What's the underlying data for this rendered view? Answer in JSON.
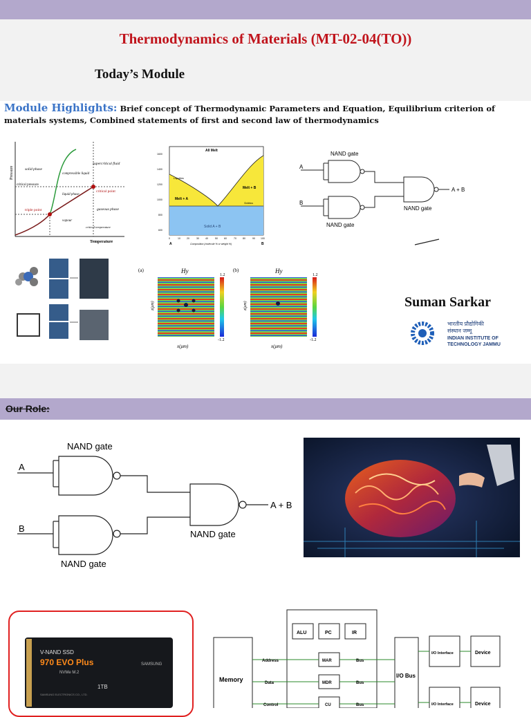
{
  "title": "Thermodynamics of Materials (MT-02-04(TO))",
  "subtitle": "Today’s Module",
  "highlights": {
    "label": "Module Highlights:",
    "text": "Brief concept of Thermodynamic Parameters and Equation, Equilibrium criterion of materials systems, Combined statements of first and second law of thermodynamics"
  },
  "phase_diagram": {
    "y_axis": "Pressure",
    "x_axis": "Temperature",
    "labels": [
      "solid phase",
      "compressible liquid",
      "supercritical fluid",
      "critical pressure",
      "liquid phase",
      "critical point",
      "triple point",
      "gaseous phase",
      "vapour",
      "critical temperature"
    ]
  },
  "binary_diagram": {
    "top": "All Melt",
    "left_region": "Melt + A",
    "right_region": "Melt + B",
    "bottom_region": "Solid A + B",
    "liquidus": "Liquidus",
    "solidus": "Solidus",
    "x_label": "Composition (molecule % or weight %)",
    "end_a": "A",
    "end_b": "B",
    "y_ticks": [
      "1600",
      "1400",
      "1200",
      "1000",
      "800",
      "600"
    ],
    "x_ticks": [
      "0",
      "10",
      "20",
      "30",
      "40",
      "50",
      "60",
      "70",
      "80",
      "90",
      "100"
    ]
  },
  "nand_small": {
    "gate_top": "NAND gate",
    "gate_mid": "NAND gate",
    "gate_bottom": "NAND gate",
    "input_a": "A",
    "input_b": "B",
    "output": "A + B"
  },
  "field_plots": {
    "panel_a": "(a)",
    "panel_b": "(b)",
    "title": "Hy",
    "x_label": "x(μm)",
    "y_label": "z(μm)",
    "colorbar_max": "1.2",
    "colorbar_min": "-1.2"
  },
  "author": "Suman Sarkar",
  "institute": {
    "hindi_line1": "भारतीय प्रौद्योगिकी",
    "hindi_line2": "संस्थान जम्मू",
    "english_line1": "INDIAN INSTITUTE OF",
    "english_line2": "TECHNOLOGY JAMMU"
  },
  "role_label": "Our Role:",
  "nand_large": {
    "gate_top": "NAND gate",
    "gate_mid": "NAND gate",
    "gate_bottom": "NAND gate",
    "input_a": "A",
    "input_b": "B",
    "output": "A + B"
  },
  "ssd": {
    "brand_line": "V-NAND SSD",
    "model": "970 EVO Plus",
    "form": "NVMe M.2",
    "maker": "SAMSUNG",
    "capacity": "1TB",
    "sub": "SAMSUNG ELECTRONICS CO., LTD."
  },
  "architecture": {
    "memory": "Memory",
    "alu": "ALU",
    "pc": "PC",
    "ir": "IR",
    "mar": "MAR",
    "mdr": "MDR",
    "cu": "CU",
    "address": "Address",
    "data": "Data",
    "control": "Control",
    "bus": "Bus",
    "io_bus": "I/O Bus",
    "io_interface": "I/O Interface",
    "device": "Device"
  },
  "colors": {
    "topbar": "#b3a8cc",
    "title": "#c0141c",
    "highlight": "#3b74c7",
    "ssd_frame": "#e02020"
  }
}
